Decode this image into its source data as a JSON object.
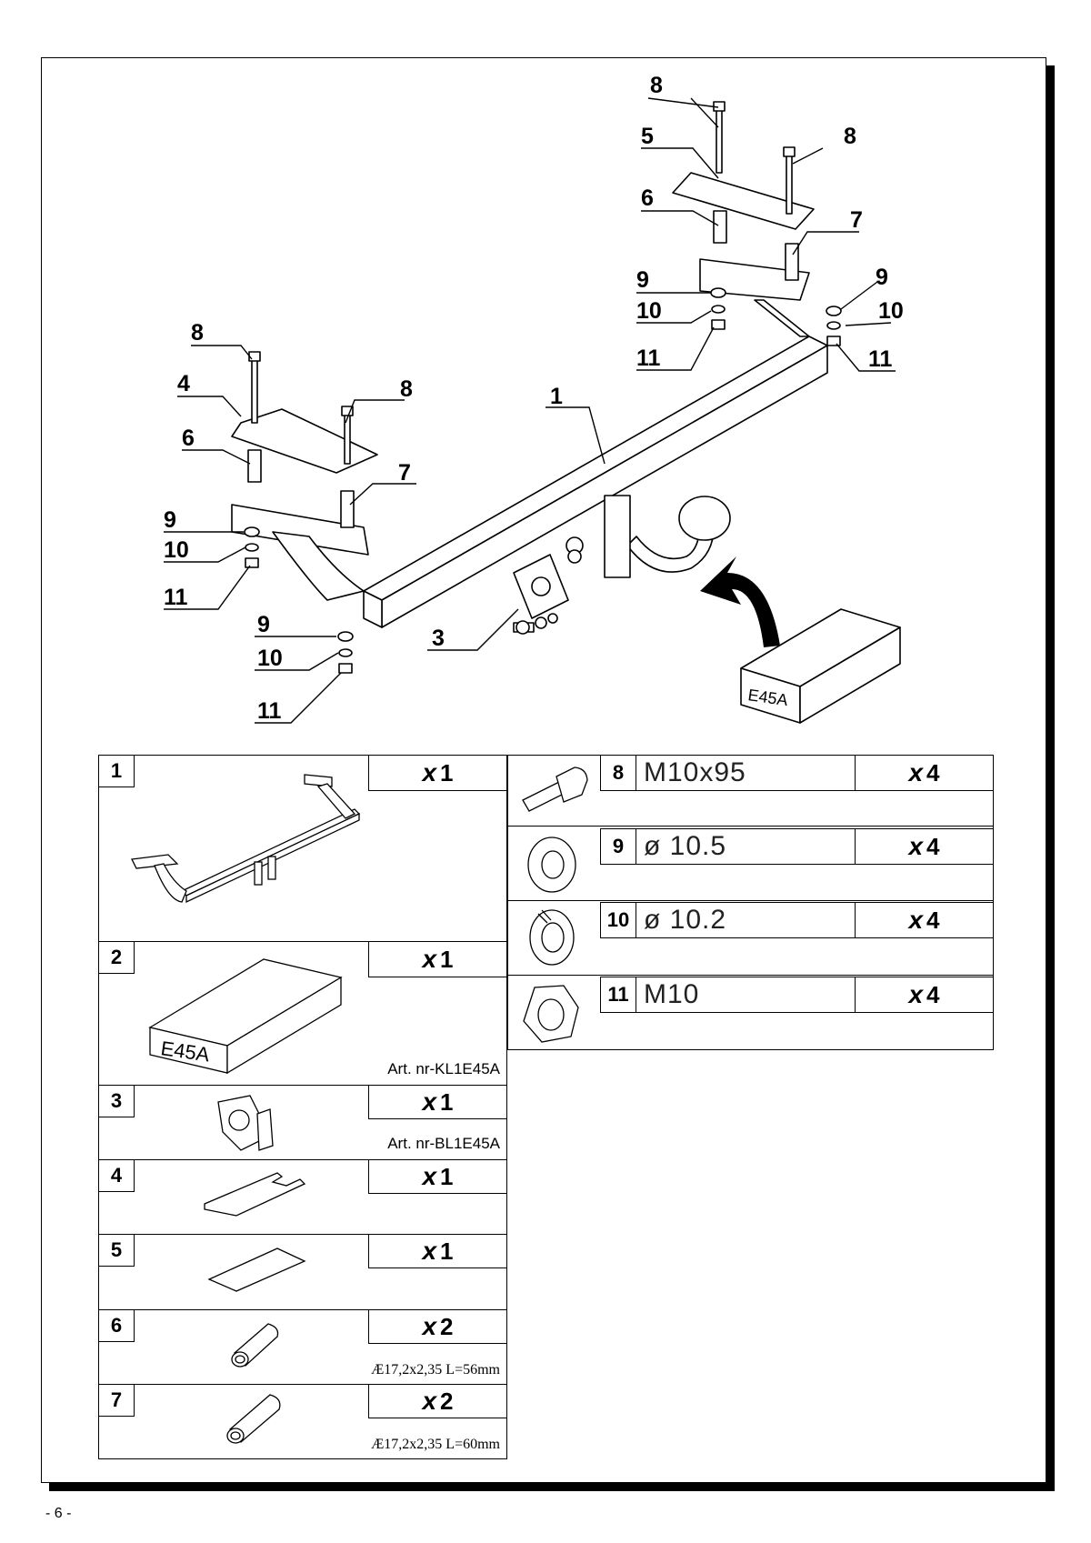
{
  "callouts": {
    "c1": "1",
    "c3": "3",
    "c4": "4",
    "c5": "5",
    "c6a": "6",
    "c6b": "6",
    "c7a": "7",
    "c7b": "7",
    "c8a": "8",
    "c8b": "8",
    "c8c": "8",
    "c8d": "8",
    "c9a": "9",
    "c9b": "9",
    "c9c": "9",
    "c9d": "9",
    "c10a": "10",
    "c10b": "10",
    "c10c": "10",
    "c10d": "10",
    "c11a": "11",
    "c11b": "11",
    "c11c": "11",
    "c11d": "11"
  },
  "box_label": "E45A",
  "parts_left": [
    {
      "num": "1",
      "qty_prefix": "x",
      "qty": "1"
    },
    {
      "num": "2",
      "qty_prefix": "x",
      "qty": "1",
      "art": "Art. nr-KL1E45A",
      "box_label": "E45A"
    },
    {
      "num": "3",
      "qty_prefix": "x",
      "qty": "1",
      "art": "Art. nr-BL1E45A"
    },
    {
      "num": "4",
      "qty_prefix": "x",
      "qty": "1"
    },
    {
      "num": "5",
      "qty_prefix": "x",
      "qty": "1"
    },
    {
      "num": "6",
      "qty_prefix": "x",
      "qty": "2",
      "dim": "Æ17,2x2,35  L=56mm"
    },
    {
      "num": "7",
      "qty_prefix": "x",
      "qty": "2",
      "dim": "Æ17,2x2,35  L=60mm"
    }
  ],
  "parts_right": [
    {
      "num": "8",
      "spec": "M10x95",
      "qty_prefix": "x",
      "qty": "4"
    },
    {
      "num": "9",
      "spec": "ø 10.5",
      "qty_prefix": "x",
      "qty": "4"
    },
    {
      "num": "10",
      "spec": "ø 10.2",
      "qty_prefix": "x",
      "qty": "4"
    },
    {
      "num": "11",
      "spec": "M10",
      "qty_prefix": "x",
      "qty": "4"
    }
  ],
  "footer": {
    "page_number": "- 6 -"
  }
}
